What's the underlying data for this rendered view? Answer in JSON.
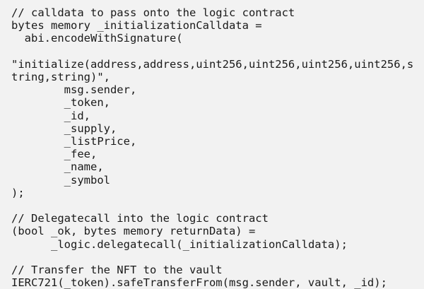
{
  "document": {
    "kind": "code-snippet",
    "language": "solidity",
    "background_color": "#f2f2f2",
    "text_color": "#1a1a1a",
    "lines": [
      "// calldata to pass onto the logic contract",
      "bytes memory _initializationCalldata =",
      "  abi.encodeWithSignature(",
      "",
      "\"initialize(address,address,uint256,uint256,uint256,uint256,string,string)\",",
      "        msg.sender,",
      "        _token,",
      "        _id,",
      "        _supply,",
      "        _listPrice,",
      "        _fee,",
      "        _name,",
      "        _symbol",
      ");",
      "",
      "// Delegatecall into the logic contract",
      "(bool _ok, bytes memory returnData) =",
      "      _logic.delegatecall(_initializationCalldata);",
      "",
      "// Transfer the NFT to the vault",
      "IERC721(_token).safeTransferFrom(msg.sender, vault, _id);"
    ]
  }
}
